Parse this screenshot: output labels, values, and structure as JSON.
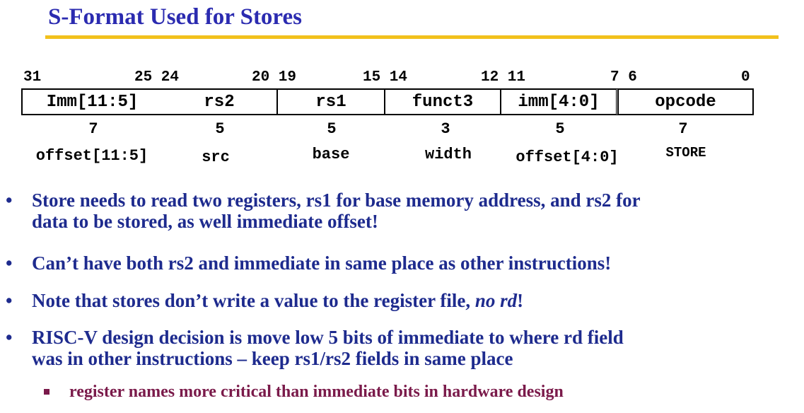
{
  "title": "S-Format Used for Stores",
  "bit_labels": [
    "31",
    "25 24",
    "20 19",
    "15 14",
    "12 11",
    "7 6",
    "0"
  ],
  "fields": [
    {
      "name": "Imm[11:5]",
      "width": "7",
      "meaning": "offset[11:5]"
    },
    {
      "name": "rs2",
      "width": "5",
      "meaning": "src"
    },
    {
      "name": "rs1",
      "width": "5",
      "meaning": "base"
    },
    {
      "name": "funct3",
      "width": "3",
      "meaning": "width"
    },
    {
      "name": "imm[4:0]",
      "width": "5",
      "meaning": "offset[4:0]"
    },
    {
      "name": "opcode",
      "width": "7",
      "meaning": "STORE"
    }
  ],
  "bullets": [
    {
      "line1": "Store needs to read two registers, rs1 for base memory address, and rs2 for",
      "line2": "data to be stored, as well immediate offset!"
    },
    {
      "line1": "Can’t have both rs2 and immediate in same place as other instructions!"
    },
    {
      "pre": "Note that stores don’t write a value to the register file, ",
      "em": "no rd",
      "post": "!"
    },
    {
      "line1": "RISC-V design decision is move low 5 bits of immediate to where rd field",
      "line2": "was in other instructions – keep rs1/rs2 fields in same place"
    }
  ],
  "sub_bullet": "register names more critical than immediate bits in hardware design"
}
